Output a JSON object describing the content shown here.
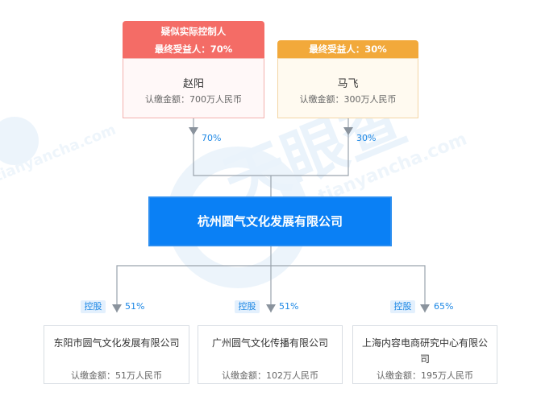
{
  "watermark": {
    "text": "天眼查",
    "sub": "tianyancha.com"
  },
  "colors": {
    "accent_blue": "#0a80f5",
    "red_tag": "#f46c66",
    "orange_tag": "#f2a93b",
    "link_blue": "#1e88e5"
  },
  "shareholders": [
    {
      "tag_lines": [
        "疑似实际控制人",
        "最终受益人：70%"
      ],
      "name": "赵阳",
      "amount": "认缴金额：700万人民币",
      "percent": "70%"
    },
    {
      "tag_lines": [
        "最终受益人：30%"
      ],
      "name": "马飞",
      "amount": "认缴金额：300万人民币",
      "percent": "30%"
    }
  ],
  "company": {
    "name": "杭州圆气文化发展有限公司"
  },
  "subsidiaries": [
    {
      "control_label": "控股",
      "percent": "51%",
      "name": "东阳市圆气文化发展有限公司",
      "amount": "认缴金额：51万人民币"
    },
    {
      "control_label": "控股",
      "percent": "51%",
      "name": "广州圆气文化传播有限公司",
      "amount": "认缴金额：102万人民币"
    },
    {
      "control_label": "控股",
      "percent": "65%",
      "name": "上海内容电商研究中心有限公司",
      "amount": "认缴金额：195万人民币"
    }
  ]
}
